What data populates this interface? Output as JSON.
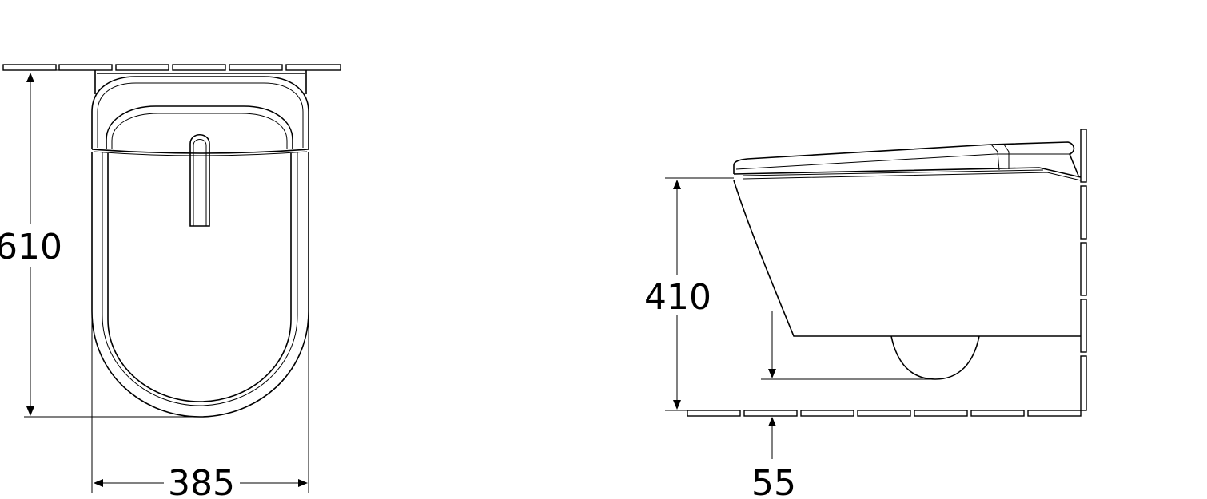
{
  "diagram": {
    "views": [
      {
        "name": "top-view",
        "dimensions": {
          "depth": "610",
          "width": "385"
        }
      },
      {
        "name": "side-view",
        "dimensions": {
          "seat_height": "410",
          "outlet_height": "55"
        }
      }
    ],
    "line_color": "#000000",
    "background": "#ffffff"
  }
}
